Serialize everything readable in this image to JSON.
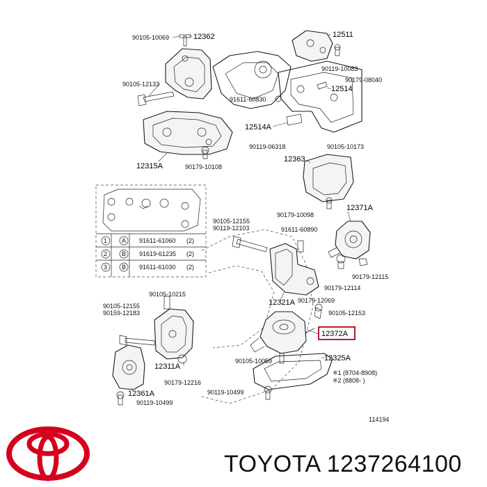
{
  "diagram": {
    "labels": {
      "p12362": "12362",
      "p12511": "12511",
      "p12514": "12514",
      "p12514A": "12514A",
      "p12315A": "12315A",
      "p12363": "12363",
      "p12371A": "12371A",
      "p12321A": "12321A",
      "p12372A": "12372A",
      "p12325A": "12325A",
      "p12311A": "12311A",
      "p12361A": "12361A",
      "b9010510069": "90105-10069",
      "b9010512133": "90105-12133",
      "b9161160830": "91611-60830",
      "b9011910083": "90119-10083",
      "b9017908040": "90179-08040",
      "b9011906318": "90119-06318",
      "b9010510173": "90105-10173",
      "b9017910108": "90179-10108",
      "b9017910098": "90179-10098",
      "b9010512155": "90105-12155",
      "b9011912103": "90119-12103",
      "b9161160890": "91611-60890",
      "b9017912115": "90179-12115",
      "b9017912114": "90179-12114",
      "b9017912069": "90179-12069",
      "b9010512153": "90105-12153",
      "b9010510215": "90105-10215",
      "b9010512155b": "90105-12155",
      "b9015912183": "90159-12183",
      "b9010510059": "90105-10059",
      "b9017912216": "90179-12216",
      "b9011910499a": "90119-10499",
      "b9011910499b": "90119-10499",
      "note1": "※1 (8704-8908)",
      "note2": "※2 (8808-    )",
      "fig": "114194"
    },
    "table": {
      "rows": [
        {
          "num": "1",
          "mark": "A",
          "part": "91611-61060",
          "qty": "(2)"
        },
        {
          "num": "2",
          "mark": "B",
          "part": "91619-61235",
          "qty": "(2)"
        },
        {
          "num": "3",
          "mark": "B",
          "part": "91611-61030",
          "qty": "(2)"
        }
      ]
    }
  },
  "footer": {
    "brand_text": "TOYOTA 1237264100",
    "brand_color": "#d5001c",
    "logo_icon": "toyota-logo-icon"
  }
}
